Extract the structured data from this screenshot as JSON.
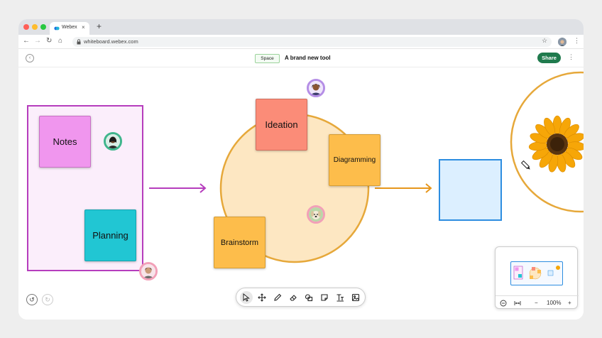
{
  "browser": {
    "tab_title": "Webex",
    "tab_close": "×",
    "new_tab": "+",
    "url": "whiteboard.webex.com",
    "nav_back": "←",
    "nav_forward": "→",
    "nav_reload": "↻",
    "nav_home": "⌂",
    "star": "☆",
    "menu": "⋮"
  },
  "header": {
    "back": "‹",
    "space_label": "Space",
    "title": "A brand new tool",
    "share_label": "Share",
    "more": "⋮"
  },
  "board": {
    "stickies": {
      "notes": "Notes",
      "planning": "Planning",
      "ideation": "Ideation",
      "diagramming": "Diagramming",
      "brainstorm": "Brainstorm"
    }
  },
  "undo": "↺",
  "redo": "↻",
  "toolbar": {
    "tools": [
      "select-tool",
      "move-tool",
      "pen-tool",
      "eraser-tool",
      "shapes-tool",
      "sticky-note-tool",
      "text-tool",
      "image-tool"
    ],
    "active": "select-tool"
  },
  "minimap": {
    "zoom": "100%",
    "zoom_out": "−",
    "zoom_in": "+"
  },
  "colors": {
    "frame": "#b63dbd",
    "arrow_purple": "#b63dbd",
    "arrow_orange": "#e6961c",
    "circle_fill": "#fde7c2",
    "circle_stroke": "#e6a83a",
    "share": "#1f7a4d",
    "blue": "#2d8de0"
  }
}
